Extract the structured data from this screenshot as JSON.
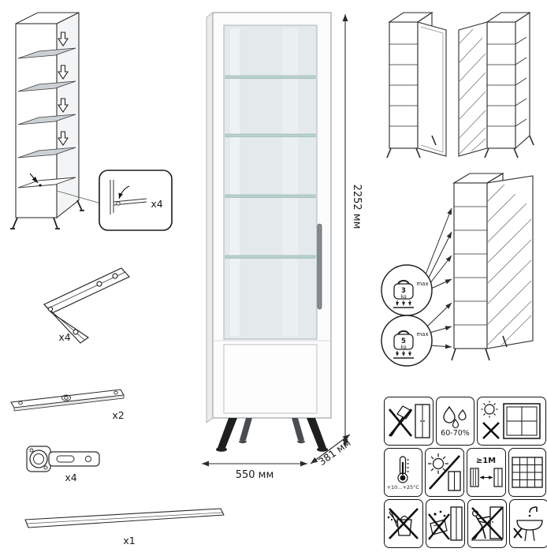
{
  "dimensions": {
    "height": "2252 мм",
    "width": "550 мм",
    "depth": "381 мм"
  },
  "hardware": {
    "shelf_pin_qty": "x4",
    "leg_qty": "x4",
    "rail_qty": "x2",
    "hinge_qty": "x4",
    "handle_qty": "x1"
  },
  "load_limits": {
    "upper": {
      "value": "3",
      "unit": "kg",
      "max_label": "max"
    },
    "lower": {
      "value": "5",
      "unit": "kg",
      "max_label": "max"
    }
  },
  "care": {
    "humidity": "60-70%",
    "temperature": "+10...+25°C",
    "min_distance": "≥1M"
  },
  "pictograms": {
    "row1": [
      "no-sharp-tools-icon",
      "humidity-icon",
      "no-direct-sunlight-icon"
    ],
    "row2": [
      "temperature-range-icon",
      "keep-away-from-sun-icon",
      "min-distance-from-heat-icon",
      "wall-lattice-icon"
    ],
    "row3": [
      "no-watering-icon",
      "no-wet-cleaning-icon",
      "no-pushing-icon",
      "no-sink-icon"
    ]
  },
  "colors": {
    "glass": "#e4e9eb",
    "legs": "#1d1f21",
    "line_art": "#2b2b2b"
  }
}
